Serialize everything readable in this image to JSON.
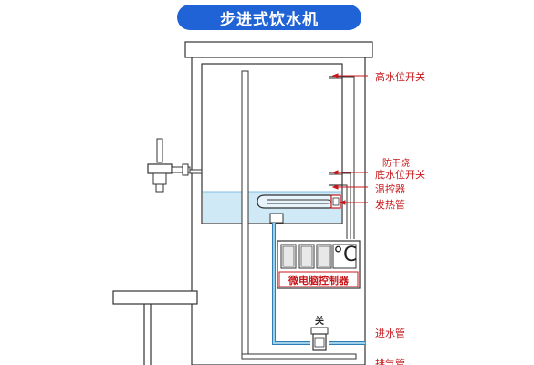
{
  "title": "步进式饮水机",
  "labels": {
    "high_level_switch": "高水位开关",
    "dry_burn_protect": "防干烧",
    "low_level_switch": "底水位开关",
    "thermostat": "温控器",
    "heating_tube": "发热管",
    "controller": "微电脑控制器",
    "inlet_pipe": "进水管",
    "valve_state": "关",
    "degree_symbol": "°C",
    "cut_off": "排气管"
  },
  "colors": {
    "title_bg": "#1f63d6",
    "label_red": "#c8171c",
    "water": "#cfe9f6",
    "pipe_blue": "#2f7fb4",
    "line": "#333333"
  }
}
